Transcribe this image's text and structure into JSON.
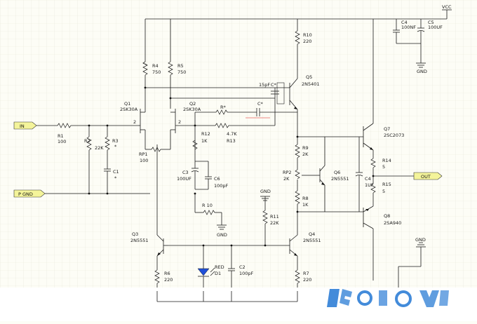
{
  "ports": {
    "vcc": "VCC",
    "in": "IN",
    "out": "OUT",
    "pgnd": "P GND",
    "gnd": "GND"
  },
  "labels": {
    "r1": "R1",
    "r1v": "100",
    "r2": "R2",
    "r2v": "22K",
    "r3": "R3",
    "r3v": "*",
    "c1": "C1",
    "c1v": "*",
    "rp1": "RP1",
    "rp1v": "100",
    "q1": "Q1",
    "q1v": "2SK30A",
    "q2": "Q2",
    "q2v": "2SK30A",
    "r4": "R4",
    "r4v": "750",
    "r5": "R5",
    "r5v": "750",
    "r10": "R10",
    "r10v": "220",
    "c4a": "C4",
    "c4av": "100NF",
    "c5": "C5",
    "c5v": "100UF",
    "q5": "Q5",
    "q5v": "2N5401",
    "cstar": "C*",
    "c15": "15pF",
    "rstar": "R*",
    "cstar2": "C*",
    "r12": "R12",
    "r12v": "1K",
    "r13": "R13",
    "r13v": "4.7K",
    "c3": "C3",
    "c3v": "100UF",
    "c6": "C6",
    "c6v": "100pF",
    "r10b": "R 10",
    "r9": "R9",
    "r9v": "2K",
    "rp2": "RP2",
    "rp2v": "2K",
    "r8": "R8",
    "r8v": "1K",
    "q6": "Q6",
    "q6v": "2N5551",
    "c4b": "C4",
    "c4bv": "1UF",
    "q7": "Q7",
    "q7v": "2SC2073",
    "r14": "R14",
    "r14v": "5",
    "r15": "R15",
    "r15v": "5",
    "q8": "Q8",
    "q8v": "2SA940",
    "r11": "R11",
    "r11v": "22K",
    "q3": "Q3",
    "q3v": "2N5551",
    "q4": "Q4",
    "q4v": "2N5551",
    "r6": "R6",
    "r6v": "220",
    "r7": "R7",
    "r7v": "220",
    "d1": "D1",
    "red": "RED",
    "c2": "C2",
    "c2v": "100pF",
    "pin2a": "2",
    "pin2b": "2"
  },
  "colors": {
    "wire": "#1a1a1a",
    "led": "#1f4fd8",
    "watermark": "#2f7fd6",
    "paper": "#fdfdf6"
  }
}
